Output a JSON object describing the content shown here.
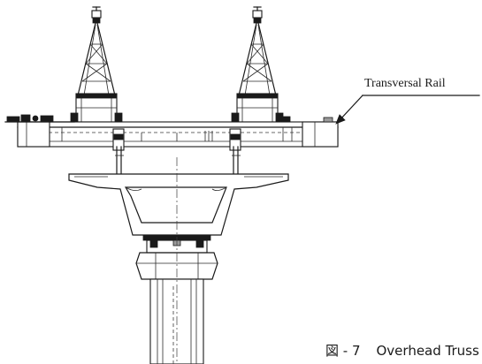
{
  "labels": {
    "transversal_rail": "Transversal Rail"
  },
  "caption": {
    "figure_number": "図 - 7",
    "title": "Overhead Truss"
  }
}
